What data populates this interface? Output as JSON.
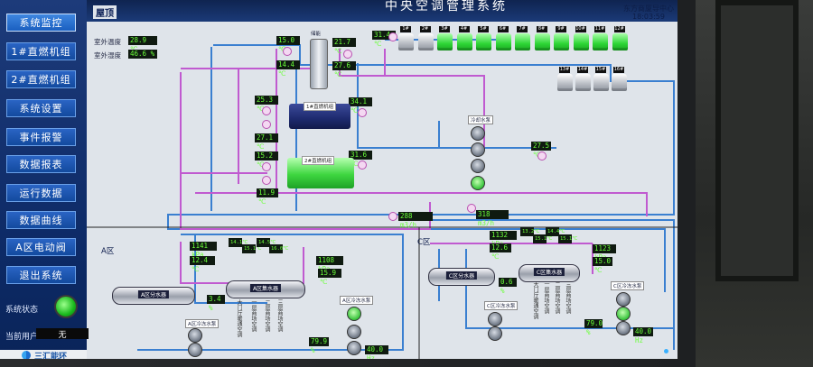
{
  "app": {
    "title": "中央空调管理系统",
    "area": "屋顶",
    "clock_line1": "东方商厦导中心",
    "clock_line2": "18:03:59"
  },
  "sidebar": {
    "items": [
      {
        "label": "系统监控",
        "active": true
      },
      {
        "label": "1#直燃机组"
      },
      {
        "label": "2#直燃机组"
      },
      {
        "label": "系统设置"
      },
      {
        "label": "事件报警"
      },
      {
        "label": "数据报表"
      },
      {
        "label": "运行数据"
      },
      {
        "label": "数据曲线"
      },
      {
        "label": "A区电动阀"
      },
      {
        "label": "退出系统"
      }
    ],
    "status_label": "系统状态",
    "user_label": "当前用户",
    "user_value": "无",
    "brand": "三汇能环"
  },
  "outdoor": {
    "temp_label": "室外温度",
    "temp_value": "28.9 ℃",
    "humid_label": "室外湿度",
    "humid_value": "46.6 %"
  },
  "readings": {
    "r1": "15.0 ℃",
    "r2": "21.7 ℃",
    "r3": "14.4 ℃",
    "r4": "27.6 ℃",
    "r5": "31.4 ℃",
    "r6": "25.3 ℃",
    "r7": "34.1 ℃",
    "r8": "27.1 ℃",
    "r9": "15.2 ℃",
    "r10": "31.6 ℃",
    "r11": "11.9 ℃",
    "r12": "27.5 ℃",
    "flow1": "288 m3/h",
    "flow2": "318 m3/h",
    "a_press1": "1141 kPa",
    "a_temp1": "12.4 ℃",
    "a_press2": "1108 kPa",
    "a_temp2": "15.9 ℃",
    "a_pct": "3.4 %",
    "a_small1": "14.1℃",
    "a_small2": "15.1℃",
    "a_small3": "14.5℃",
    "a_small4": "16.0℃",
    "a_pump_pct": "79.9 %",
    "a_freq": "40.0 Hz",
    "c_press1": "1132 kPa",
    "c_temp1": "12.6 ℃",
    "c_press2": "1123 kPa",
    "c_temp2": "15.0 ℃",
    "c_pct": "0.6 %",
    "c_small1": "13.2℃",
    "c_small2": "15.1℃",
    "c_small3": "14.4℃",
    "c_small4": "15.1℃",
    "c_pump_pct": "79.0 %",
    "c_freq": "40.0 Hz"
  },
  "labels": {
    "chiller1": "1#直燃机组",
    "chiller2": "2#直燃机组",
    "cooling_pump": "冷却水泵",
    "zone_a": "A区",
    "zone_c": "C区",
    "a_supply": "A区分水器",
    "a_return": "A区集水器",
    "a_pump_group": "A区冷冻水泵",
    "a_hot_pump": "A区冷冻水泵",
    "c_supply": "C区分水器",
    "c_return": "C区集水器",
    "c_pump_group": "C区冷冻水泵",
    "c_hot_pump": "C区冷冻水泵",
    "a_v1": "大门厅暖通空调",
    "a_v2": "一层商场空调",
    "a_v3": "二层商场空调",
    "a_v4": "三层商场空调",
    "c_v1": "大门厅暖通空调",
    "c_v2": "一层商场空调",
    "c_v3": "二层商场空调",
    "c_v4": "三层商场空调",
    "tank": "储能"
  },
  "towers": {
    "top": [
      "1#",
      "2#",
      "3#",
      "4#",
      "5#",
      "6#",
      "7#",
      "8#",
      "9#",
      "10#",
      "11#",
      "12#"
    ],
    "top_state": [
      "grey",
      "grey",
      "green",
      "green",
      "green",
      "green",
      "green",
      "green",
      "green",
      "green",
      "green",
      "green"
    ],
    "bottom": [
      "13#",
      "14#",
      "15#",
      "16#"
    ],
    "bottom_state": [
      "grey",
      "grey",
      "grey",
      "grey"
    ]
  },
  "colors": {
    "pipe_blue": "#3a7fd0",
    "pipe_purple": "#c05ad0",
    "value_text": "#6bff3a",
    "running": "#2ed636"
  }
}
